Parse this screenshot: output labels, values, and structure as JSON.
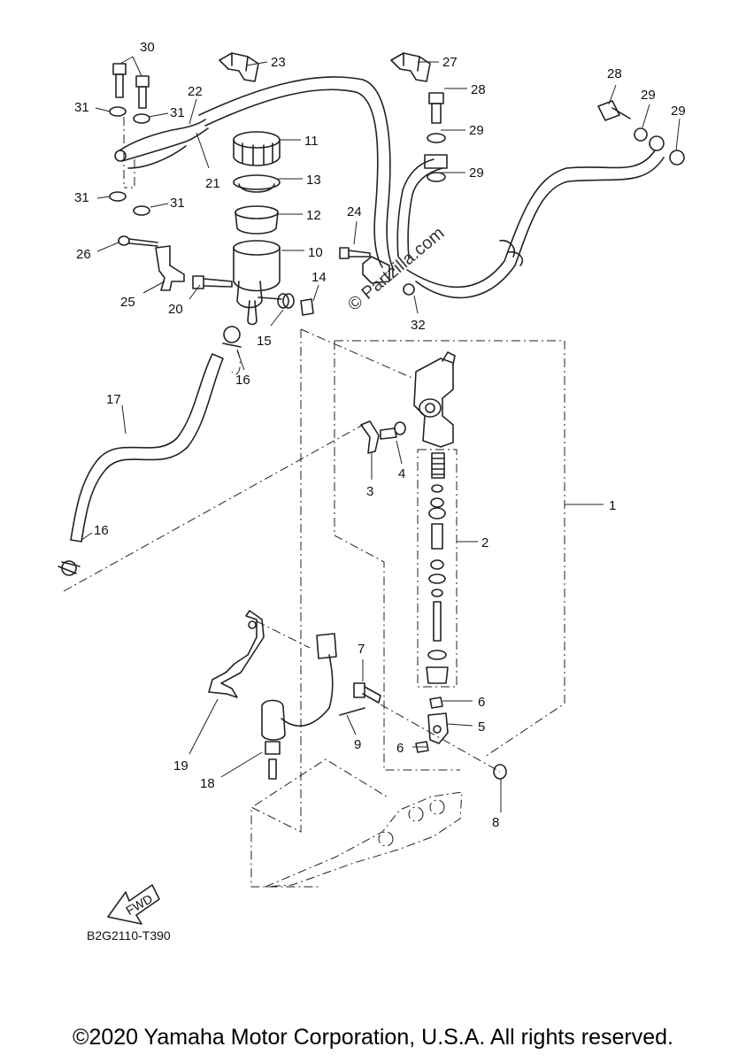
{
  "callouts": {
    "c1": "1",
    "c2": "2",
    "c3": "3",
    "c4": "4",
    "c5": "5",
    "c6a": "6",
    "c6b": "6",
    "c7": "7",
    "c8": "8",
    "c9": "9",
    "c10": "10",
    "c11": "11",
    "c12": "12",
    "c13": "13",
    "c14": "14",
    "c15": "15",
    "c16a": "16",
    "c16b": "16",
    "c17": "17",
    "c18": "18",
    "c19": "19",
    "c20": "20",
    "c21": "21",
    "c22": "22",
    "c23": "23",
    "c24": "24",
    "c25": "25",
    "c26": "26",
    "c27": "27",
    "c28": "28",
    "c29a": "29",
    "c29b": "29",
    "c29c": "29",
    "c29d": "29",
    "c30": "30",
    "c31a": "31",
    "c31b": "31",
    "c31c": "31",
    "c31d": "31",
    "c32": "32"
  },
  "watermark": "© Partzilla.com",
  "fwd_label": "FWD",
  "diagram_code": "B2G2110-T390",
  "copyright": "©2020 Yamaha Motor Corporation, U.S.A. All rights reserved."
}
